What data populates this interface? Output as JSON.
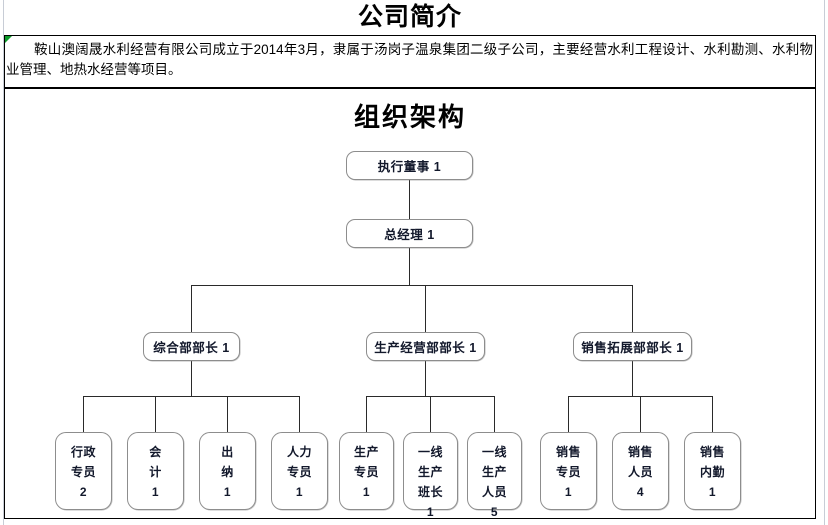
{
  "document": {
    "title": "公司简介",
    "intro_paragraph": "鞍山澳阔晟水利经营有限公司成立于2014年3月，隶属于汤岗子温泉集团二级子公司，主要经营水利工程设计、水利勘测、水利物业管理、地热水经营等项目。",
    "cell_flag": "green-error-flag"
  },
  "org_chart": {
    "title": "组织架构",
    "nodes": {
      "executive_director": {
        "label": "执行董事 1",
        "name": "执行董事",
        "count": 1
      },
      "general_manager": {
        "label": "总经理 1",
        "name": "总经理",
        "count": 1
      },
      "dept_general": {
        "label": "综合部部长 1",
        "name": "综合部部长",
        "count": 1
      },
      "dept_production": {
        "label": "生产经营部部长 1",
        "name": "生产经营部部长",
        "count": 1
      },
      "dept_sales": {
        "label": "销售拓展部部长 1",
        "name": "销售拓展部部长",
        "count": 1
      },
      "admin_specialist": {
        "label": "行政\n专员\n2",
        "name": "行政专员",
        "count": 2
      },
      "accountant": {
        "label": "会\n计\n1",
        "name": "会计",
        "count": 1
      },
      "cashier": {
        "label": "出\n纳\n1",
        "name": "出纳",
        "count": 1
      },
      "hr_specialist": {
        "label": "人力\n专员\n1",
        "name": "人力专员",
        "count": 1
      },
      "prod_specialist": {
        "label": "生产\n专员\n1",
        "name": "生产专员",
        "count": 1
      },
      "frontline_leader": {
        "label": "一线\n生产\n班长\n1",
        "name": "一线生产班长",
        "count": 1
      },
      "frontline_staff": {
        "label": "一线\n生产\n人员\n5",
        "name": "一线生产人员",
        "count": 5
      },
      "sales_specialist": {
        "label": "销售\n专员\n1",
        "name": "销售专员",
        "count": 1
      },
      "sales_staff": {
        "label": "销售\n人员\n4",
        "name": "销售人员",
        "count": 4
      },
      "sales_support": {
        "label": "销售\n内勤\n1",
        "name": "销售内勤",
        "count": 1
      }
    }
  },
  "colors": {
    "node_border": "#8d8d8d",
    "connector": "#2a2a2a",
    "cell_border": "#000000",
    "flag_green": "#0b9a28",
    "text": "#12182b",
    "guide": "#c8cdd6"
  }
}
